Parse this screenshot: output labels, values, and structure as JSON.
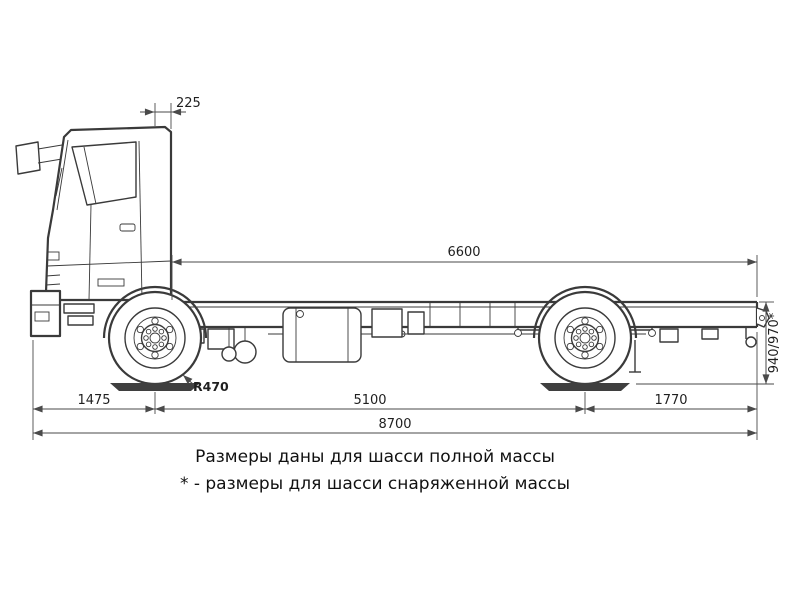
{
  "diagram": {
    "type": "technical-drawing",
    "subject": "truck-chassis-side-view",
    "dims": {
      "cab_rear_offset": "225",
      "frame_length": "6600",
      "front_overhang": "1475",
      "wheelbase": "5100",
      "rear_overhang": "1770",
      "overall_length": "8700",
      "wheel_radius": "R470",
      "frame_height": "940/970*"
    },
    "notes": [
      "Размеры даны для шасси полной массы",
      "* - размеры для шасси снаряженной массы"
    ],
    "colors": {
      "line": "#3a3a3a",
      "dimension": "#4a4a4a",
      "text": "#111111",
      "background": "#ffffff"
    }
  }
}
